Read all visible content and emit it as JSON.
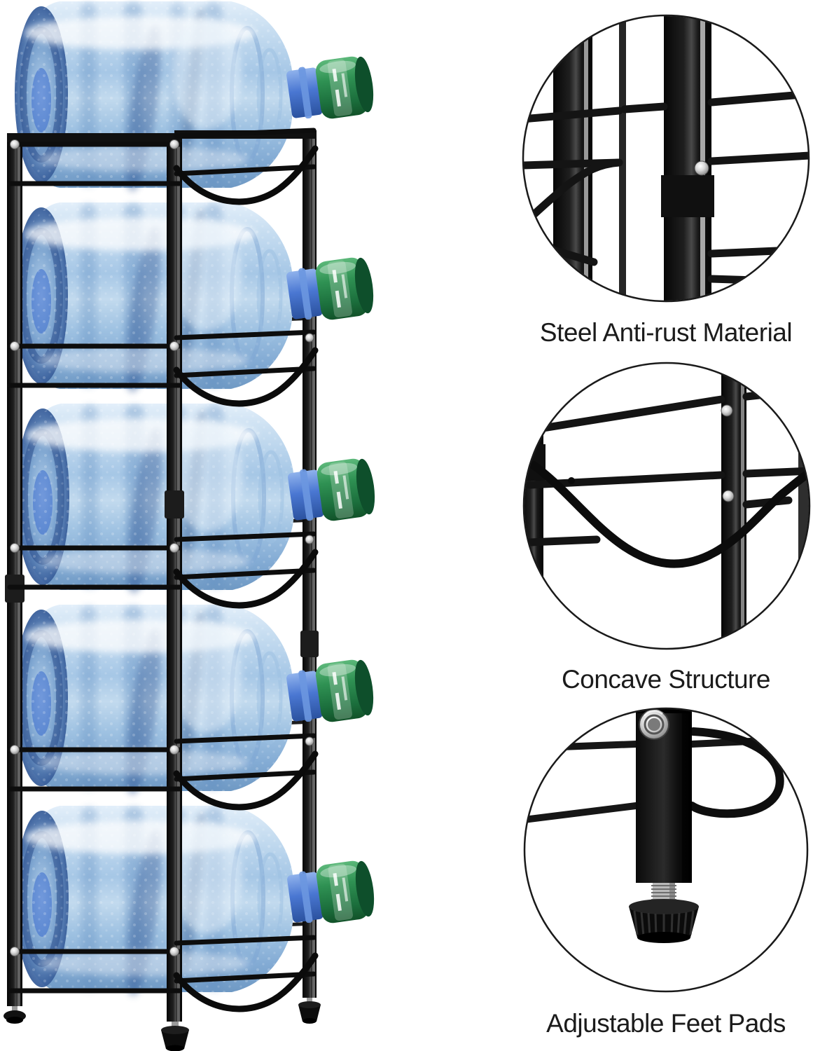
{
  "image_type": "product-photo",
  "subject": "5-tier steel water cooler jug rack holding five 5-gallon water bottles",
  "callouts": [
    {
      "label": "Steel Anti-rust Material",
      "icon": "steel-frame-closeup-photo"
    },
    {
      "label": "Concave Structure",
      "icon": "concave-rack-bars-closeup-photo"
    },
    {
      "label": "Adjustable Feet Pads",
      "icon": "adjustable-foot-pad-closeup-photo"
    }
  ],
  "rack": {
    "tier_count": 5,
    "bottle_count": 5,
    "frame_color": "#151515",
    "bottle_tint_color": "#a9c9e6",
    "bottle_cap_color": "#2e9154",
    "bottle_neck_color": "#3f6fd1",
    "screw_color": "#c9c9c9"
  },
  "background_color": "#ffffff",
  "text_color": "#1b1b1b"
}
